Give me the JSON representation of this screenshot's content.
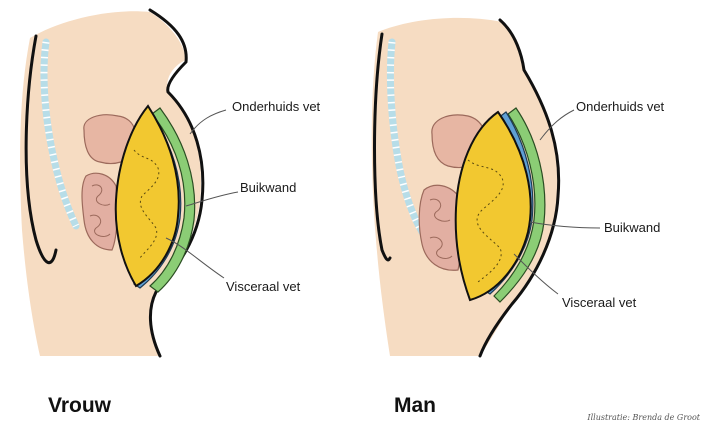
{
  "figures": [
    {
      "caption": "Vrouw",
      "labels": {
        "subcutaneous_fat": "Onderhuids vet",
        "abdominal_wall": "Buikwand",
        "visceral_fat": "Visceraal vet"
      }
    },
    {
      "caption": "Man",
      "labels": {
        "subcutaneous_fat": "Onderhuids vet",
        "abdominal_wall": "Buikwand",
        "visceral_fat": "Visceraal vet"
      }
    }
  ],
  "credit": "Illustratie: Brenda de Groot",
  "colors": {
    "skin": "#f6dcc2",
    "body_outline": "#111111",
    "visceral_fat": "#f2c830",
    "abdominal_wall": "#5f9fd4",
    "subcutaneous_fat": "#8bcd75",
    "intestines": "#e2afa2",
    "stomach": "#e7b6a3",
    "spine": "#b7dde8",
    "leader_lines": "#555555"
  }
}
